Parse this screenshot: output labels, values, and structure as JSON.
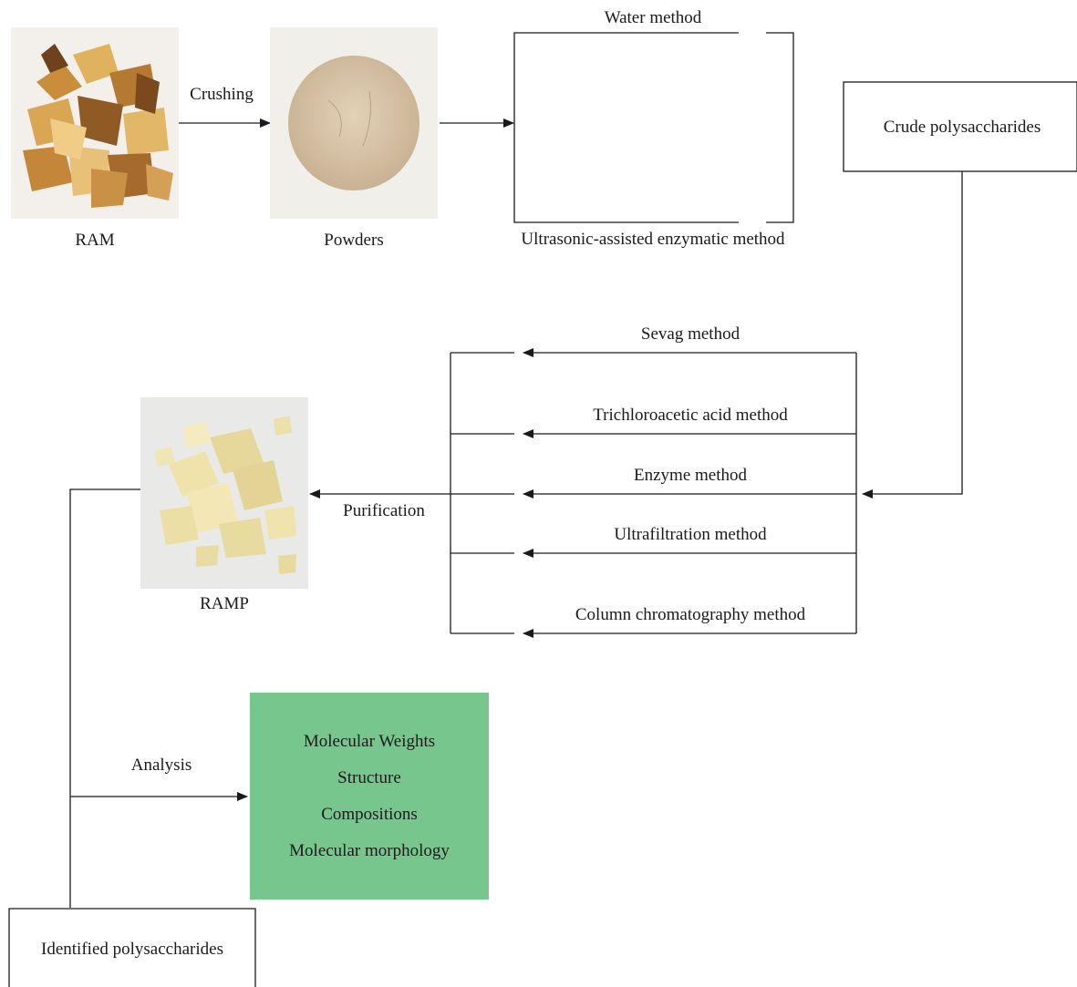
{
  "images": {
    "ram": {
      "label": "RAM",
      "icon": "dried-root-slices-photo"
    },
    "powders": {
      "label": "Powders",
      "icon": "powder-pile-photo"
    },
    "ramp": {
      "label": "RAMP",
      "icon": "polysaccharide-flakes-photo"
    }
  },
  "arrows": {
    "crushing": "Crushing",
    "purification": "Purification",
    "analysis": "Analysis"
  },
  "extraction": {
    "top": "Water method",
    "bottom": "Ultrasonic-assisted enzymatic method"
  },
  "crude_box": "Crude polysaccharides",
  "purification_methods": [
    "Sevag method",
    "Trichloroacetic acid method",
    "Enzyme method",
    "Ultrafiltration method",
    "Column chromatography method"
  ],
  "analysis_items": [
    "Molecular Weights",
    "Structure",
    "Compositions",
    "Molecular morphology"
  ],
  "identified_box": "Identified polysaccharides",
  "colors": {
    "analysis_fill": "#76c68d",
    "line": "#1a1a1a",
    "powder": "#d8c3a5",
    "ramp": "#eadfa3"
  }
}
